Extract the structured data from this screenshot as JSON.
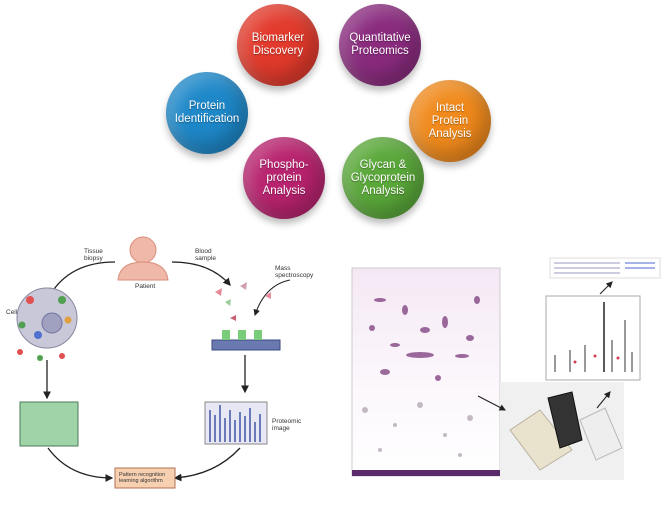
{
  "bubbles": {
    "biomarker": "Biomarker\nDiscovery",
    "quantitative": "Quantitative\nProteomics",
    "protein_id": "Protein\nIdentification",
    "intact": "Intact\nProtein\nAnalysis",
    "phospho": "Phospho-\nprotein\nAnalysis",
    "glycan": "Glycan &\nGlycoprotein\nAnalysis"
  },
  "workflow": {
    "tissue": "Tissue\nbiopsy",
    "blood": "Blood\nsample",
    "patient": "Patient",
    "mass_spec": "Mass\nspectroscopy",
    "cell": "Cell",
    "proteomic_image": "Proteomic\nimage",
    "pattern": "Pattern recognition\nlearning algorithm"
  },
  "colors": {
    "red": "#e23a2c",
    "purple": "#8a2b7e",
    "blue": "#1e88c9",
    "orange": "#f08a1c",
    "magenta": "#b8236f",
    "green": "#5aa83a"
  }
}
